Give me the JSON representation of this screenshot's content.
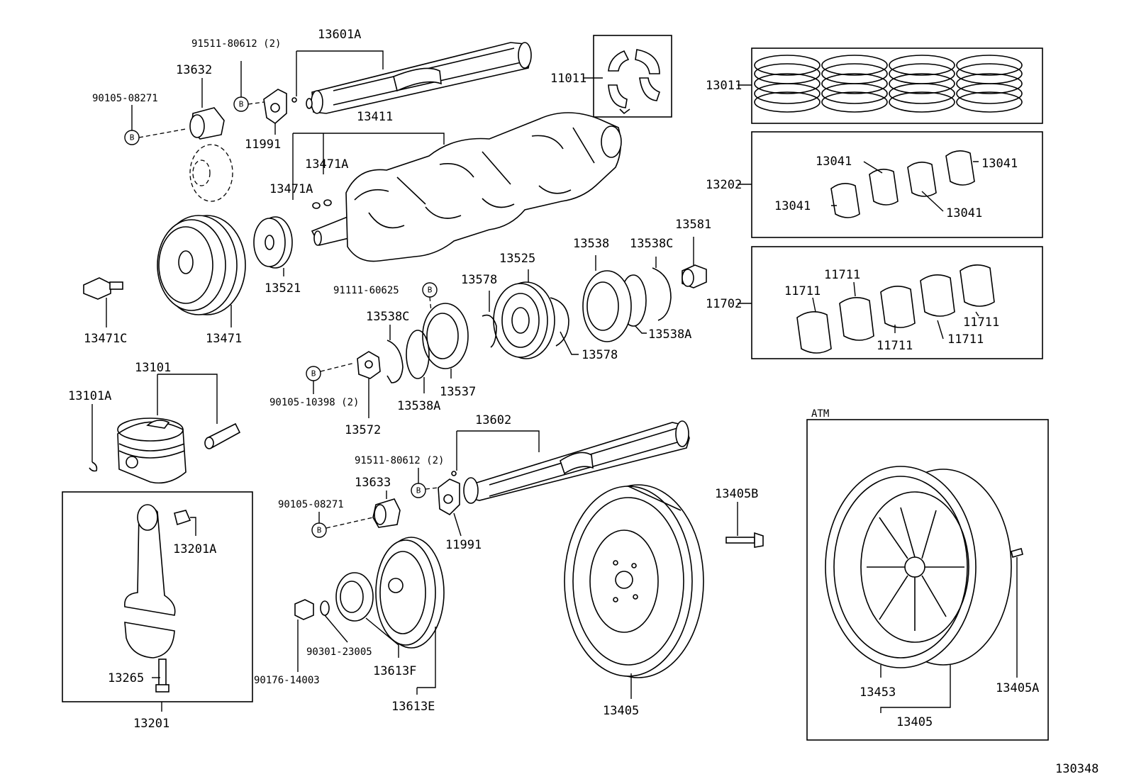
{
  "diagram_id": "130348",
  "atm_label": "ATM",
  "bolt_badge": "B",
  "labels": {
    "p13601A": "13601A",
    "p91511_80612_top": "91511-80612 (2)",
    "p13632": "13632",
    "p90105_08271_top": "90105-08271",
    "p11991_top": "11991",
    "p11011": "11011",
    "p13011": "13011",
    "p13411": "13411",
    "p13471A_a": "13471A",
    "p13471A_b": "13471A",
    "p13202": "13202",
    "p13041_a": "13041",
    "p13041_b": "13041",
    "p13041_c": "13041",
    "p13041_d": "13041",
    "p13581": "13581",
    "p13538": "13538",
    "p13538C_a": "13538C",
    "p13525": "13525",
    "p13578_a": "13578",
    "p91111_60625": "91111-60625",
    "p13521": "13521",
    "p13471": "13471",
    "p13471C": "13471C",
    "p11702": "11702",
    "p11711_a": "11711",
    "p11711_b": "11711",
    "p11711_c": "11711",
    "p11711_d": "11711",
    "p11711_e": "11711",
    "p13538A_a": "13538A",
    "p13578_b": "13578",
    "p13538C_b": "13538C",
    "p13537": "13537",
    "p13538A_b": "13538A",
    "p90105_10398": "90105-10398 (2)",
    "p13572": "13572",
    "p13101": "13101",
    "p13101A": "13101A",
    "p13602": "13602",
    "p91511_80612_bot": "91511-80612 (2)",
    "p13633": "13633",
    "p90105_08271_bot": "90105-08271",
    "p11991_bot": "11991",
    "p13405B": "13405B",
    "p13201A": "13201A",
    "p90301_23005": "90301-23005",
    "p13613F": "13613F",
    "p13613E": "13613E",
    "p90176_14003": "90176-14003",
    "p13265": "13265",
    "p13201": "13201",
    "p13405_fw": "13405",
    "p13453": "13453",
    "p13405A": "13405A",
    "p13405_atm": "13405"
  }
}
